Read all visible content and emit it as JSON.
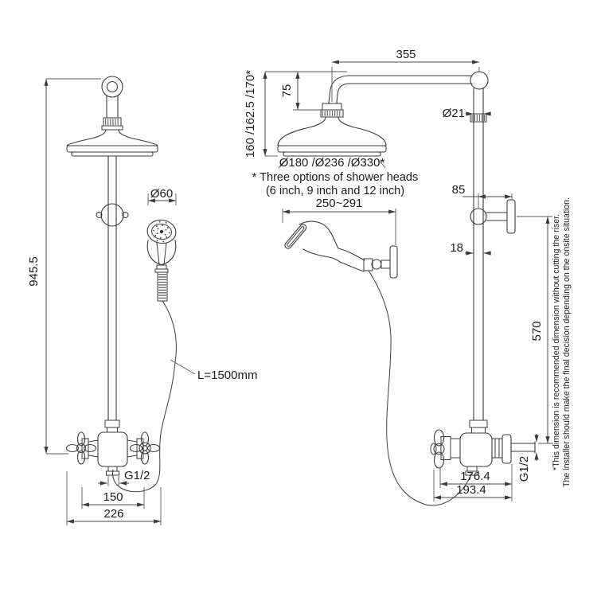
{
  "left_view": {
    "overall_height": "945.5",
    "handset_diameter": "Ø60",
    "hose_length": "L=1500mm",
    "outlet_thread": "G1/2",
    "inlet_centres": "150",
    "overall_width": "226"
  },
  "right_view": {
    "arm_projection": "355",
    "arm_drop": "75",
    "head_height_options": "160 /162.5 /170*",
    "head_diameter_options": "Ø180 /Ø236 /Ø330*",
    "heads_note_line1": "* Three options of shower heads",
    "heads_note_line2": "(6 inch, 9 inch and 12 inch)",
    "riser_diameter": "Ø21",
    "bracket_projection": "85",
    "riser_lower_diameter": "18",
    "bracket_to_valve_height": "570",
    "handset_projection": "250~291",
    "inlet_thread": "G1/2",
    "valve_centre_to_handle": "176.4",
    "valve_overall_width": "193.4"
  },
  "footnote": {
    "line1": "*This dimension is recommended dimension without cutting the riser.",
    "line2": "The installer should make the final decision depending on the onsite situation."
  },
  "colors": {
    "line": "#3a3a3a",
    "dimension": "#474747",
    "text": "#1c1c1c",
    "background": "#ffffff"
  }
}
